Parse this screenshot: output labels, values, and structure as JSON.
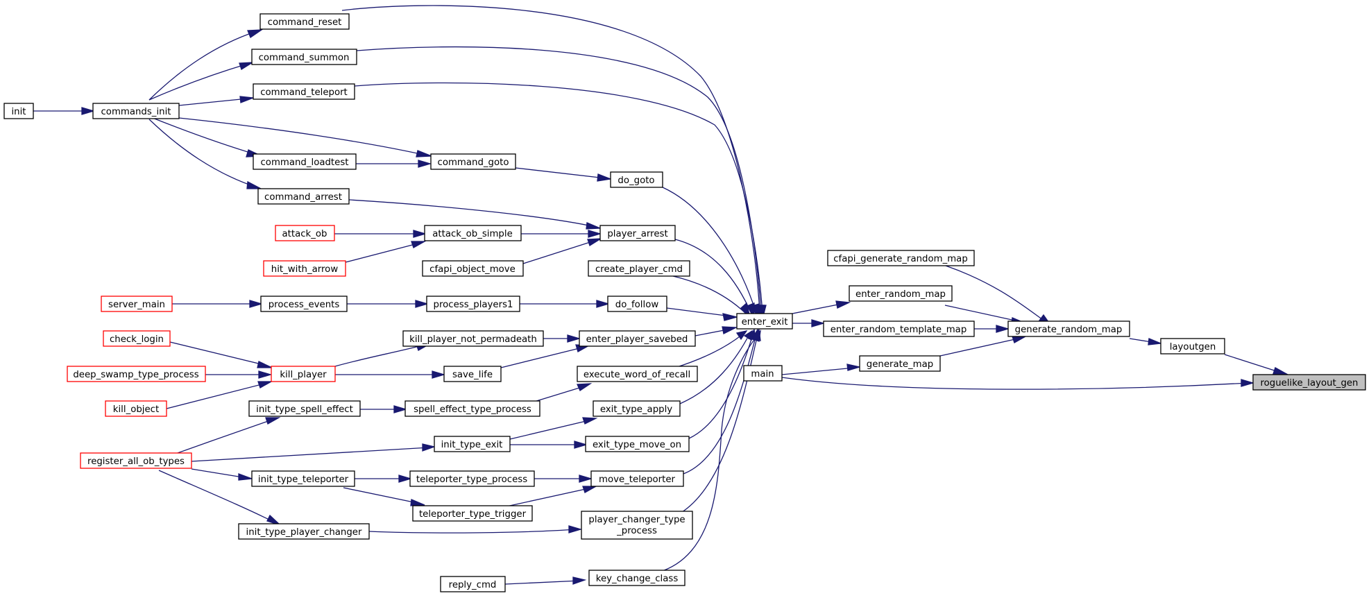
{
  "colors": {
    "edge": "#191970",
    "node_border": "#000000",
    "truncated_node_border": "#ff0000",
    "focus_node_fill": "#bfbfbf"
  },
  "nodes": {
    "command_reset": "command_reset",
    "command_summon": "command_summon",
    "command_teleport": "command_teleport",
    "init": "init",
    "commands_init": "commands_init",
    "command_loadtest": "command_loadtest",
    "command_goto": "command_goto",
    "do_goto": "do_goto",
    "command_arrest": "command_arrest",
    "attack_ob": "attack_ob",
    "attack_ob_simple": "attack_ob_simple",
    "player_arrest": "player_arrest",
    "hit_with_arrow": "hit_with_arrow",
    "cfapi_object_move": "cfapi_object_move",
    "create_player_cmd": "create_player_cmd",
    "server_main": "server_main",
    "process_events": "process_events",
    "process_players1": "process_players1",
    "do_follow": "do_follow",
    "check_login": "check_login",
    "kill_player_not_permadeath": "kill_player_not_permadeath",
    "enter_player_savebed": "enter_player_savebed",
    "deep_swamp_type_process": "deep_swamp_type_process",
    "kill_player": "kill_player",
    "save_life": "save_life",
    "execute_word_of_recall": "execute_word_of_recall",
    "kill_object": "kill_object",
    "init_type_spell_effect": "init_type_spell_effect",
    "spell_effect_type_process": "spell_effect_type_process",
    "exit_type_apply": "exit_type_apply",
    "register_all_ob_types": "register_all_ob_types",
    "init_type_exit": "init_type_exit",
    "exit_type_move_on": "exit_type_move_on",
    "init_type_teleporter": "init_type_teleporter",
    "teleporter_type_process": "teleporter_type_process",
    "move_teleporter": "move_teleporter",
    "teleporter_type_trigger": "teleporter_type_trigger",
    "init_type_player_changer": "init_type_player_changer",
    "player_changer_type_process_1": "player_changer_type",
    "player_changer_type_process_2": "_process",
    "reply_cmd": "reply_cmd",
    "key_change_class": "key_change_class",
    "enter_exit": "enter_exit",
    "cfapi_generate_random_map": "cfapi_generate_random_map",
    "enter_random_map": "enter_random_map",
    "enter_random_template_map": "enter_random_template_map",
    "generate_random_map": "generate_random_map",
    "layoutgen": "layoutgen",
    "main": "main",
    "generate_map": "generate_map",
    "roguelike_layout_gen": "roguelike_layout_gen"
  }
}
